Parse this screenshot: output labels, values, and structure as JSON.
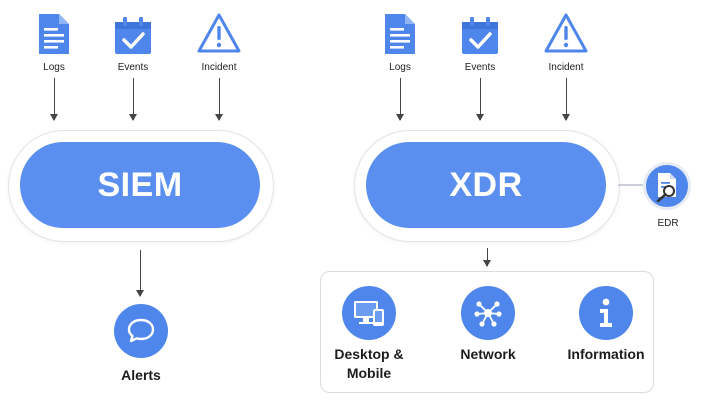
{
  "siem": {
    "inputs": [
      {
        "label": "Logs",
        "icon": "document-icon"
      },
      {
        "label": "Events",
        "icon": "calendar-check-icon"
      },
      {
        "label": "Incident",
        "icon": "warning-icon"
      }
    ],
    "title": "SIEM",
    "output": {
      "label": "Alerts",
      "icon": "chat-bubble-icon"
    }
  },
  "xdr": {
    "inputs": [
      {
        "label": "Logs",
        "icon": "document-icon"
      },
      {
        "label": "Events",
        "icon": "calendar-check-icon"
      },
      {
        "label": "Incident",
        "icon": "warning-icon"
      }
    ],
    "title": "XDR",
    "side": {
      "label": "EDR",
      "icon": "document-search-icon"
    },
    "outputs": [
      {
        "label": "Desktop & Mobile",
        "icon": "desktop-mobile-icon"
      },
      {
        "label": "Network",
        "icon": "network-icon"
      },
      {
        "label": "Information",
        "icon": "info-icon"
      }
    ]
  },
  "colors": {
    "primary": "#5a8ff0",
    "icon_blue": "#4f86ec",
    "border": "#e1e4ea"
  }
}
